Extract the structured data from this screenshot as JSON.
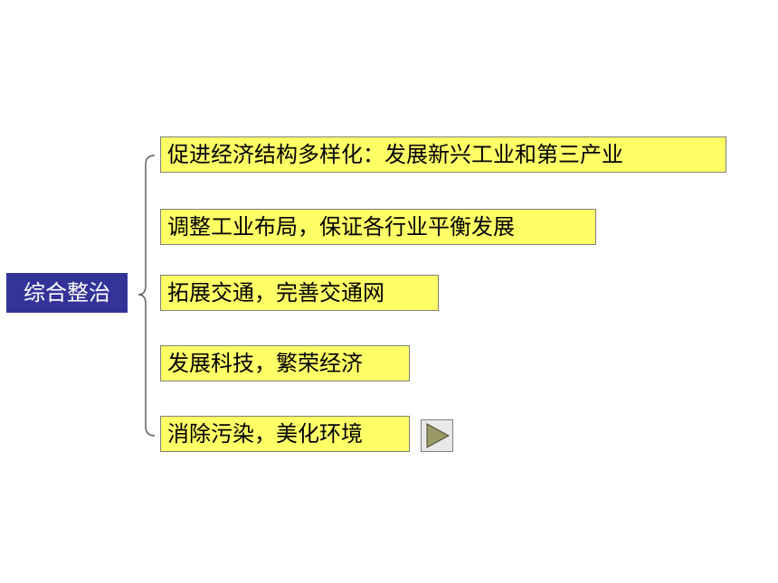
{
  "diagram": {
    "root": {
      "label": "综合整治",
      "color": "#333399"
    },
    "items": [
      {
        "label": "促进经济结构多样化：发展新兴工业和第三产业"
      },
      {
        "label": "调整工业布局，保证各行业平衡发展"
      },
      {
        "label": "拓展交通，完善交通网"
      },
      {
        "label": "发展科技，繁荣经济"
      },
      {
        "label": "消除污染，美化环境"
      }
    ],
    "item_color": "#ffff66"
  },
  "controls": {
    "next_icon": "play-icon"
  }
}
